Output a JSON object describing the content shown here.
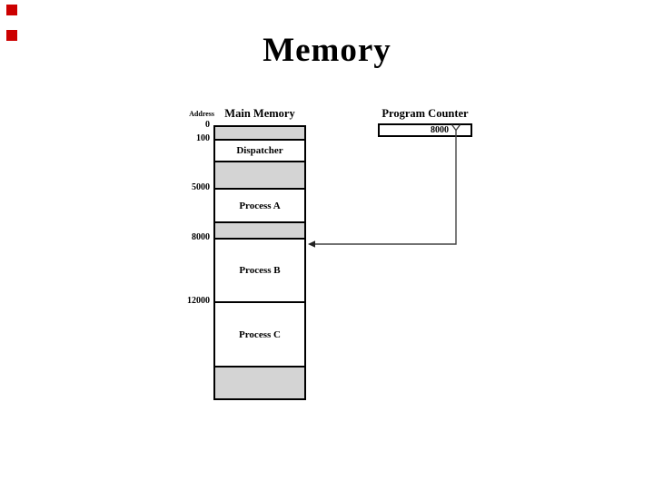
{
  "slide_title": "Memory",
  "decorations": {
    "bullet_marker_color": "#cc0000",
    "bullet_marker_count": 2
  },
  "diagram": {
    "address_column_label": "Address",
    "memory": {
      "title": "Main Memory",
      "addresses": [
        "0",
        "100",
        "5000",
        "8000",
        "12000"
      ],
      "segments": [
        {
          "label": "",
          "state": "free"
        },
        {
          "label": "Dispatcher",
          "state": "program"
        },
        {
          "label": "",
          "state": "free"
        },
        {
          "label": "Process A",
          "state": "program"
        },
        {
          "label": "",
          "state": "free"
        },
        {
          "label": "Process B",
          "state": "program"
        },
        {
          "label": "Process C",
          "state": "program"
        },
        {
          "label": "",
          "state": "free"
        }
      ]
    },
    "program_counter": {
      "title": "Program Counter",
      "value": "8000",
      "points_to_address": "8000"
    },
    "colors": {
      "free_block": "#d4d4d4",
      "block_border": "#000000",
      "pointer_line": "#444444"
    }
  }
}
